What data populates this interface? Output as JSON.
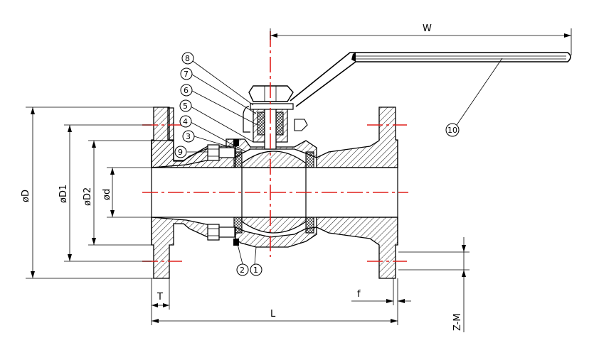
{
  "colors": {
    "line": "#000000",
    "centerline": "#e0201c",
    "background": "#ffffff"
  },
  "dimensions": {
    "W": "W",
    "L": "L",
    "T": "T",
    "f": "f",
    "ZM": "Z-M",
    "D": "øD",
    "D1": "øD1",
    "D2": "øD2",
    "d": "ød"
  },
  "callouts": [
    "1",
    "2",
    "3",
    "4",
    "5",
    "6",
    "7",
    "8",
    "9",
    "10"
  ]
}
